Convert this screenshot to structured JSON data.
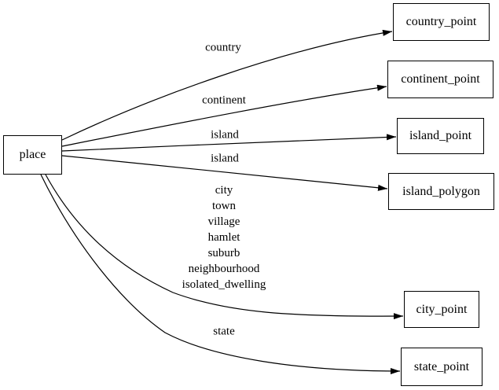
{
  "diagram": {
    "type": "directed-graph",
    "colors": {
      "background": "#ffffff",
      "node_border": "#000000",
      "edge_stroke": "#000000",
      "text": "#000000"
    },
    "nodes": [
      {
        "id": "place",
        "label": "place"
      },
      {
        "id": "country_point",
        "label": "country_point"
      },
      {
        "id": "continent_point",
        "label": "continent_point"
      },
      {
        "id": "island_point",
        "label": "island_point"
      },
      {
        "id": "island_polygon",
        "label": "island_polygon"
      },
      {
        "id": "city_point",
        "label": "city_point"
      },
      {
        "id": "state_point",
        "label": "state_point"
      }
    ],
    "edges": [
      {
        "from": "place",
        "to": "country_point",
        "label": "country"
      },
      {
        "from": "place",
        "to": "continent_point",
        "label": "continent"
      },
      {
        "from": "place",
        "to": "island_point",
        "label": "island"
      },
      {
        "from": "place",
        "to": "island_polygon",
        "label": "island"
      },
      {
        "from": "place",
        "to": "city_point",
        "label_lines": [
          "city",
          "town",
          "village",
          "hamlet",
          "suburb",
          "neighbourhood",
          "isolated_dwelling"
        ]
      },
      {
        "from": "place",
        "to": "state_point",
        "label": "state"
      }
    ]
  }
}
